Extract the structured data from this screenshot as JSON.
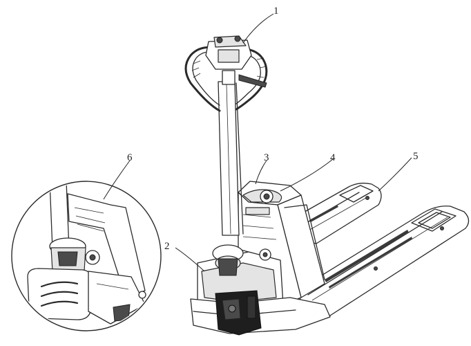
{
  "figure": {
    "callouts": [
      {
        "id": "1",
        "label": "1",
        "part": "handle-head"
      },
      {
        "id": "2",
        "label": "2",
        "part": "chassis-base"
      },
      {
        "id": "3",
        "label": "3",
        "part": "lift-housing"
      },
      {
        "id": "4",
        "label": "4",
        "part": "frame-top"
      },
      {
        "id": "5",
        "label": "5",
        "part": "forks"
      },
      {
        "id": "6",
        "label": "6",
        "part": "detail-view"
      }
    ]
  }
}
